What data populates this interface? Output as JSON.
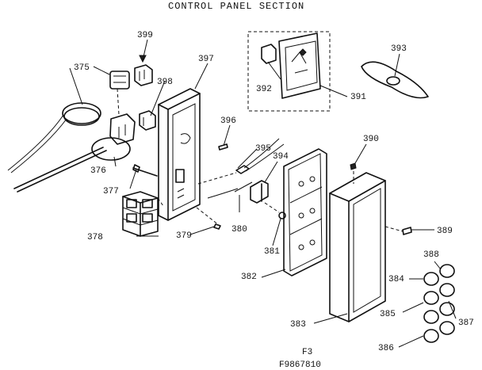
{
  "diagram": {
    "title": "CONTROL PANEL SECTION",
    "footer_line1": "F3",
    "footer_line2": "F9867810",
    "part_numbers": [
      "375",
      "376",
      "377",
      "378",
      "379",
      "380",
      "381",
      "382",
      "383",
      "384",
      "385",
      "386",
      "387",
      "388",
      "389",
      "390",
      "391",
      "392",
      "393",
      "394",
      "395",
      "396",
      "397",
      "398",
      "399"
    ]
  }
}
